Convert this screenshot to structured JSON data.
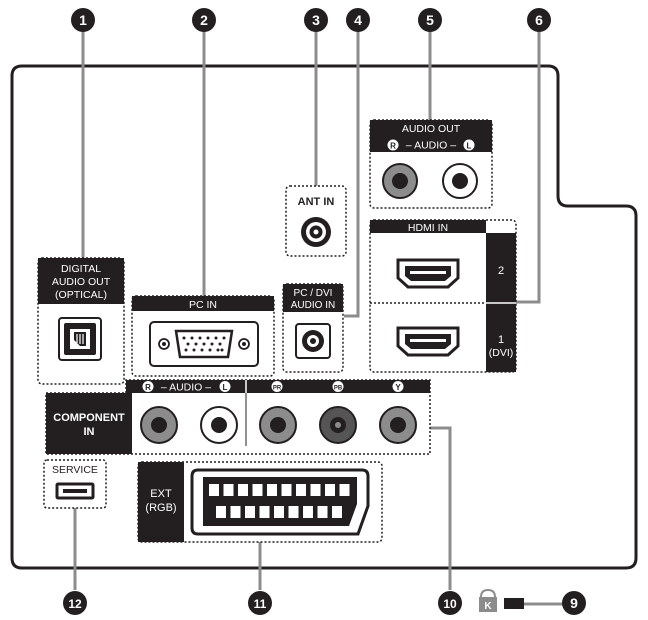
{
  "callouts": {
    "c1": "1",
    "c2": "2",
    "c3": "3",
    "c4": "4",
    "c5": "5",
    "c6": "6",
    "c9": "9",
    "c10": "10",
    "c11": "11",
    "c12": "12"
  },
  "ports": {
    "digital_audio_out": {
      "line1": "DIGITAL",
      "line2": "AUDIO OUT",
      "line3": "(OPTICAL)"
    },
    "pc_in": {
      "label": "PC IN"
    },
    "ant_in": {
      "label": "ANT IN"
    },
    "pc_dvi_audio_in": {
      "line1": "PC / DVI",
      "line2": "AUDIO IN"
    },
    "audio_out": {
      "title": "AUDIO OUT",
      "r": "R",
      "sep": "– AUDIO –",
      "l": "L"
    },
    "hdmi_in": {
      "title": "HDMI IN",
      "port2": "2",
      "port1": "1",
      "port1_sub": "(DVI)"
    },
    "component_in": {
      "line1": "COMPONENT",
      "line2": "IN",
      "r": "R",
      "sep": "– AUDIO –",
      "l": "L",
      "pr": "PR",
      "pb": "PB",
      "y": "Y"
    },
    "service": {
      "label": "SERVICE"
    },
    "ext_rgb": {
      "line1": "EXT",
      "line2": "(RGB)"
    },
    "kensington": {
      "icon_letter": "K"
    }
  },
  "colors": {
    "ink": "#231f20",
    "gray": "#8c8c8c",
    "white": "#ffffff"
  }
}
